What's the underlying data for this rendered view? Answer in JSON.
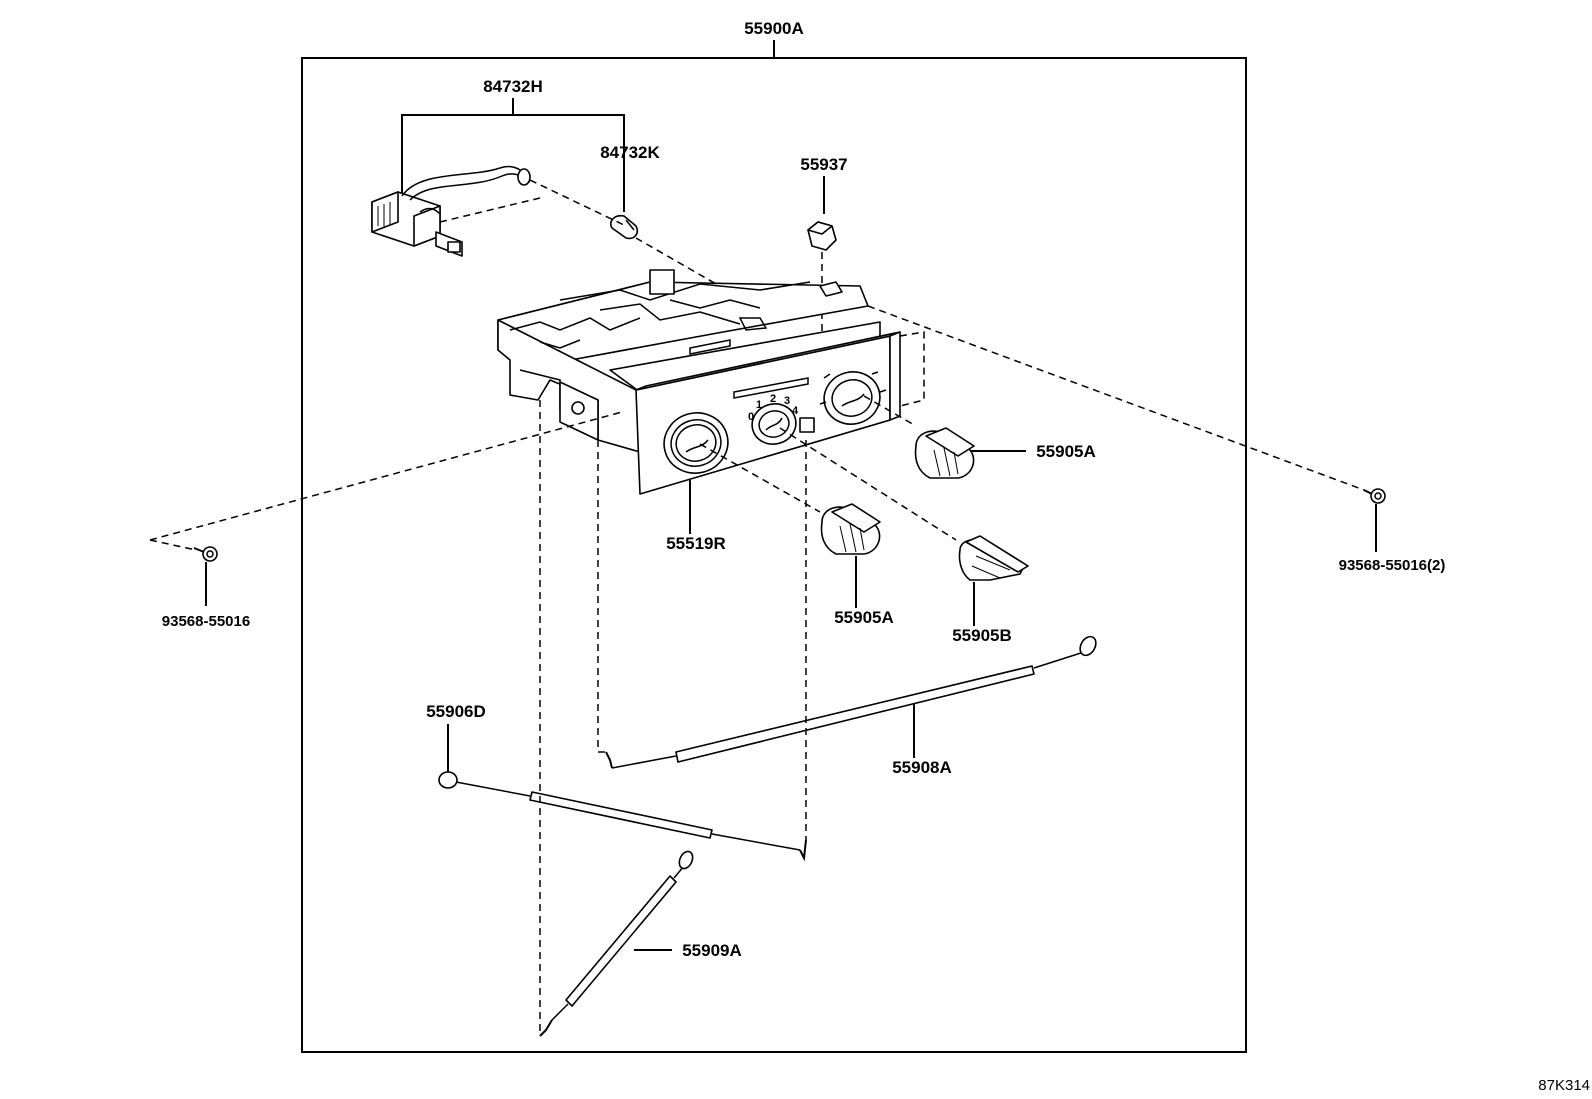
{
  "diagram_id": "87K314",
  "parts": {
    "assembly": "55900A",
    "wire_harness": "84732H",
    "bulb": "84732K",
    "button": "55937",
    "panel": "55519R",
    "knob_a_right": "55905A",
    "knob_a_center": "55905A",
    "knob_b": "55905B",
    "screw_left": "93568-55016",
    "screw_right": "93568-55016(2)",
    "cable_d": "55906D",
    "cable_a": "55908A",
    "cable_9a": "55909A"
  },
  "panel_marks": {
    "fan_speeds": [
      "0",
      "1",
      "2",
      "3",
      "4"
    ]
  }
}
